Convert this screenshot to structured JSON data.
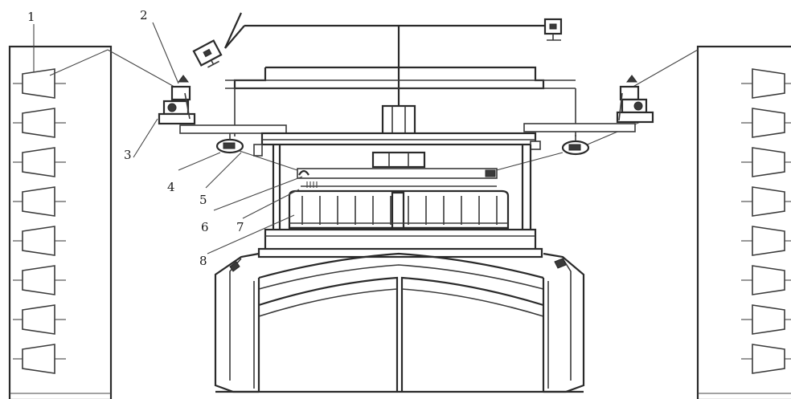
{
  "labels": {
    "l1": "1",
    "l2": "2",
    "l3": "3",
    "l4": "4",
    "l5": "5",
    "l6": "6",
    "l7": "7",
    "l8": "8"
  },
  "icons": {
    "creel": "yarn-creel-icon",
    "bobbin": "yarn-bobbin-icon",
    "monitor": "monitor-icon"
  }
}
